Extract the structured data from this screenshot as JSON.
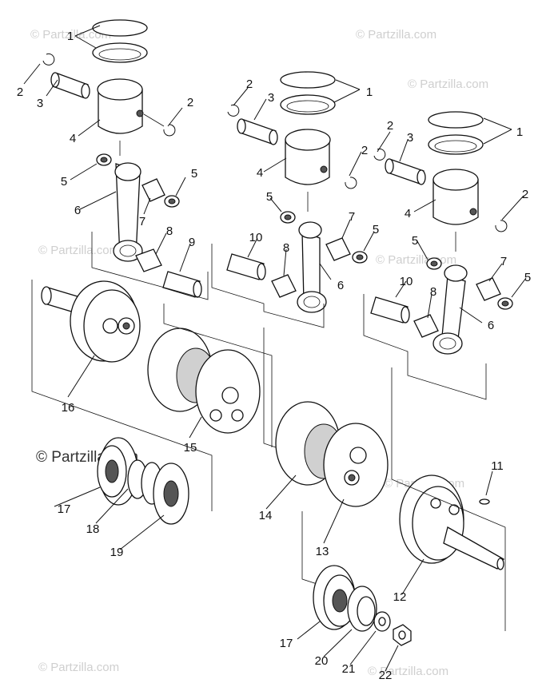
{
  "watermarks": {
    "main": "© Partzilla.com",
    "faint": "© Partzilla.com"
  },
  "labels": {
    "l1a": "1",
    "l1b": "1",
    "l1c": "1",
    "l2a": "2",
    "l2b": "2",
    "l2c": "2",
    "l2d": "2",
    "l2e": "2",
    "l2f": "2",
    "l3a": "3",
    "l3b": "3",
    "l3c": "3",
    "l4a": "4",
    "l4b": "4",
    "l4c": "4",
    "l5a": "5",
    "l5b": "5",
    "l5c": "5",
    "l5d": "5",
    "l5e": "5",
    "l5f": "5",
    "l6a": "6",
    "l6b": "6",
    "l6c": "6",
    "l7a": "7",
    "l7b": "7",
    "l7c": "7",
    "l8a": "8",
    "l8b": "8",
    "l8c": "8",
    "l9": "9",
    "l10a": "10",
    "l10b": "10",
    "l11": "11",
    "l12": "12",
    "l13": "13",
    "l14": "14",
    "l15": "15",
    "l16": "16",
    "l17a": "17",
    "l17b": "17",
    "l18": "18",
    "l19": "19",
    "l20": "20",
    "l21": "21",
    "l22": "22"
  }
}
